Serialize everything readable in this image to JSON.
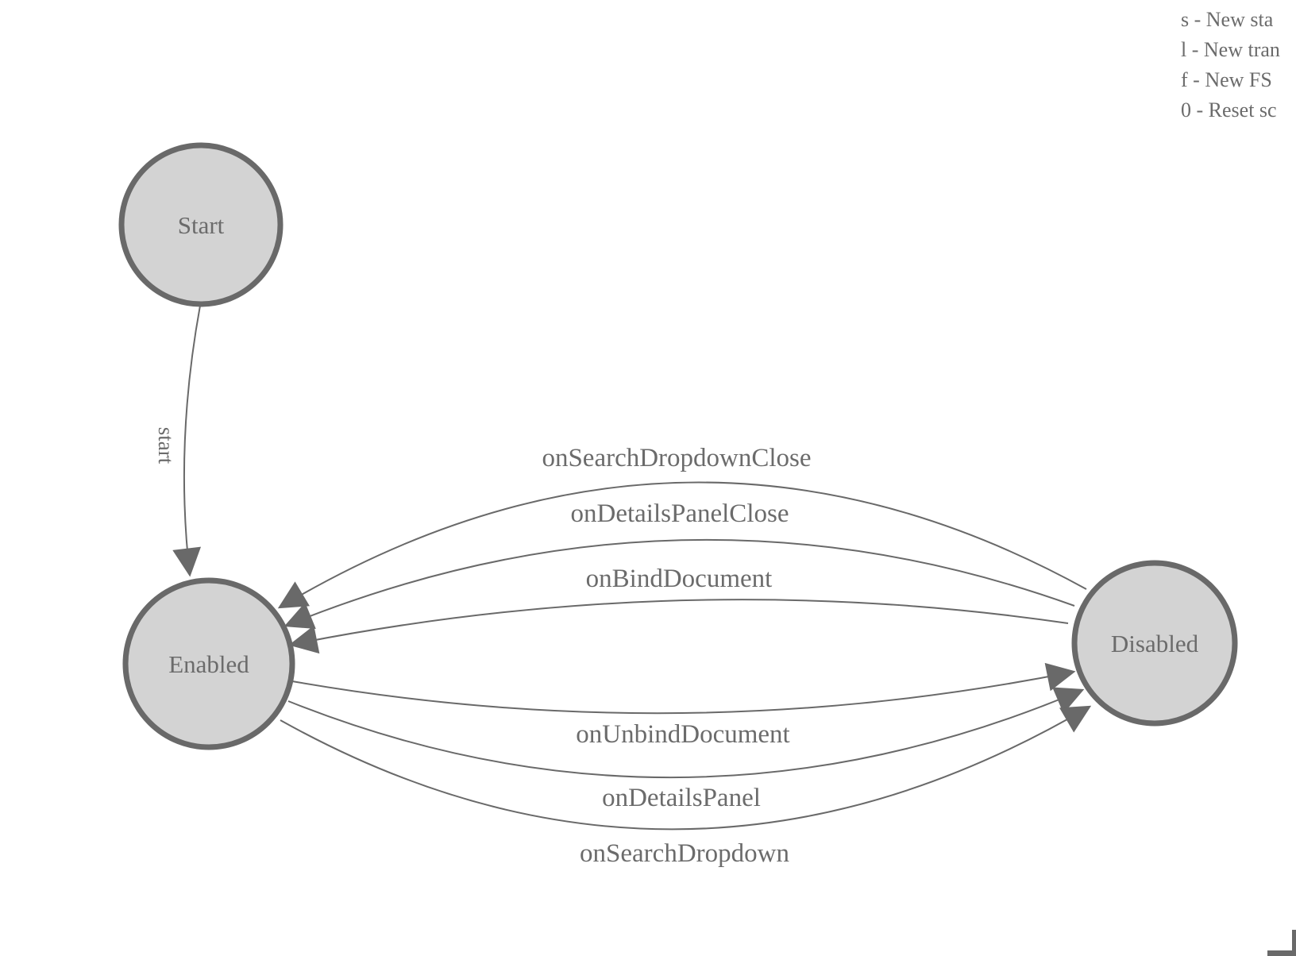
{
  "diagram": {
    "nodes": [
      {
        "id": "start",
        "label": "Start"
      },
      {
        "id": "enabled",
        "label": "Enabled"
      },
      {
        "id": "disabled",
        "label": "Disabled"
      }
    ],
    "edges": [
      {
        "from": "start",
        "to": "enabled",
        "label": "start"
      },
      {
        "from": "disabled",
        "to": "enabled",
        "label": "onSearchDropdownClose"
      },
      {
        "from": "disabled",
        "to": "enabled",
        "label": "onDetailsPanelClose"
      },
      {
        "from": "disabled",
        "to": "enabled",
        "label": "onBindDocument"
      },
      {
        "from": "enabled",
        "to": "disabled",
        "label": "onUnbindDocument"
      },
      {
        "from": "enabled",
        "to": "disabled",
        "label": "onDetailsPanel"
      },
      {
        "from": "enabled",
        "to": "disabled",
        "label": "onSearchDropdown"
      }
    ]
  },
  "legend": {
    "lines": [
      "s - New sta",
      "l - New tran",
      "f - New FS",
      "0 - Reset sc"
    ]
  },
  "colors": {
    "node_fill": "#d3d3d3",
    "node_stroke": "#696969",
    "edge_stroke": "#696969",
    "label_text": "#6b6b6b"
  }
}
